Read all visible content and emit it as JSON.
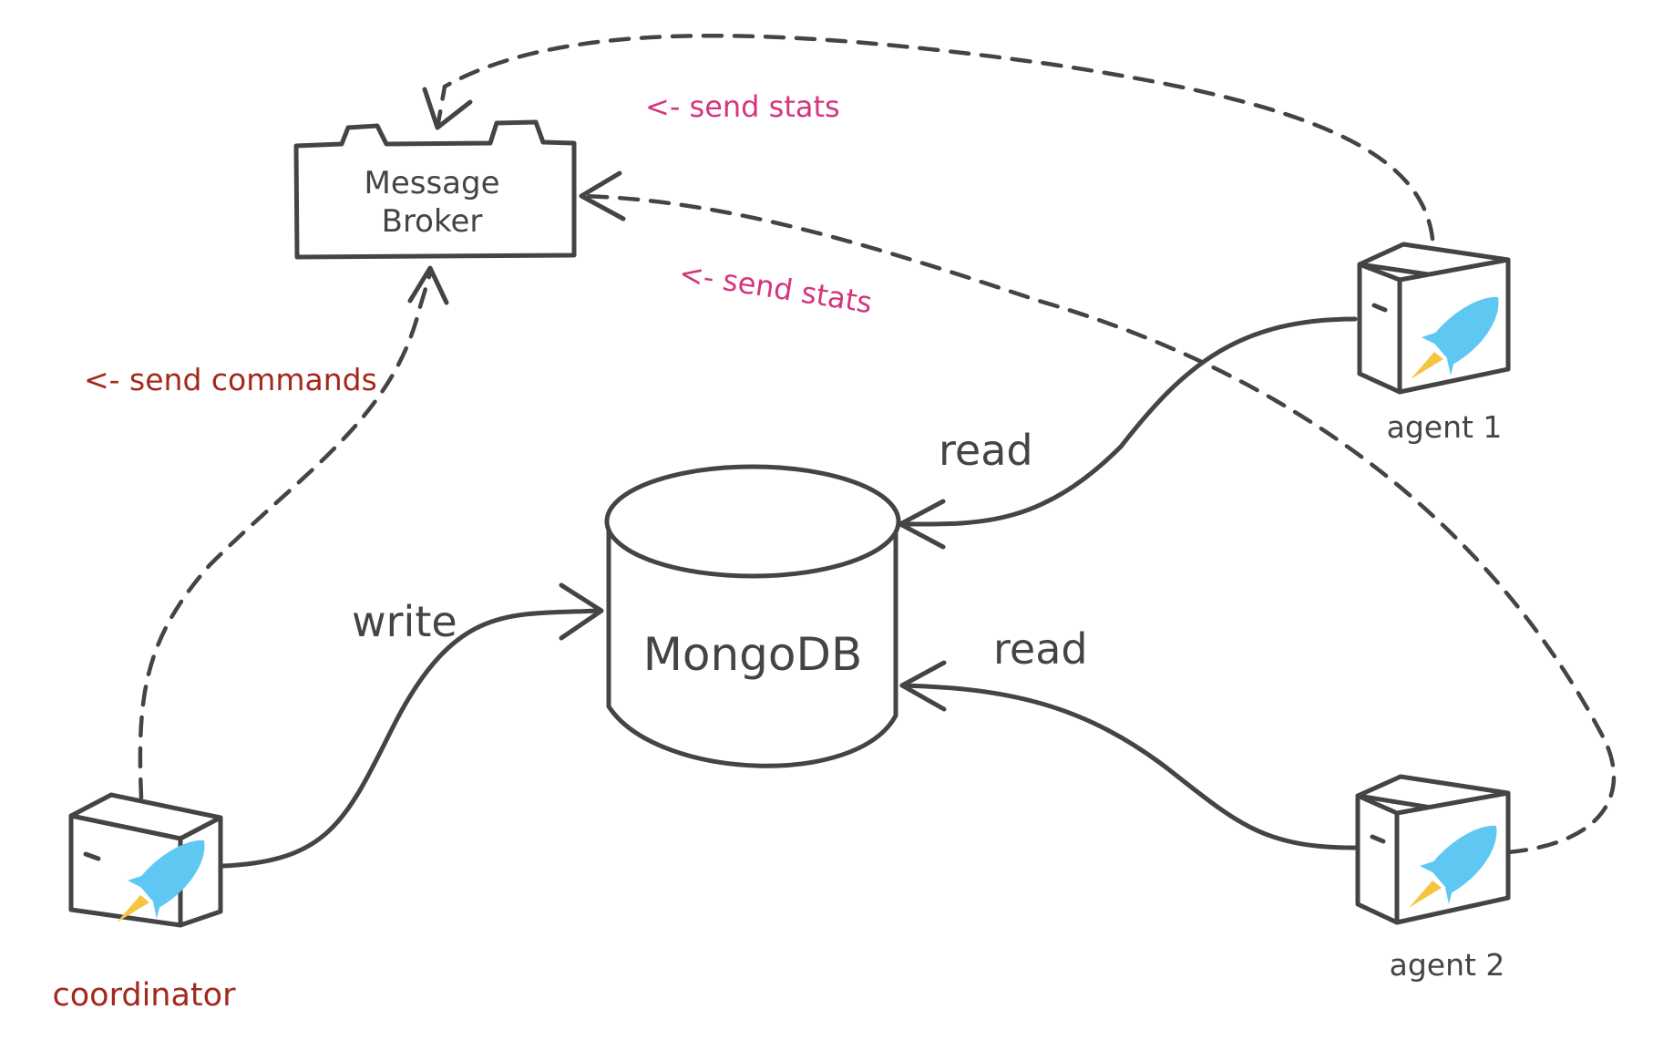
{
  "nodes": {
    "message_broker": {
      "line1": "Message",
      "line2": "Broker"
    },
    "database": {
      "label": "MongoDB"
    },
    "coordinator": {
      "label": "coordinator",
      "icon": "rocket-icon"
    },
    "agent_1": {
      "label": "agent 1",
      "icon": "rocket-icon"
    },
    "agent_2": {
      "label": "agent 2",
      "icon": "rocket-icon"
    }
  },
  "edges": {
    "agent1_stats": {
      "label": "<- send stats",
      "style": "dashed"
    },
    "agent2_stats": {
      "label": "<- send stats",
      "style": "dashed"
    },
    "coordinator_commands": {
      "label": "<- send commands",
      "style": "dashed"
    },
    "coordinator_write": {
      "label": "write",
      "style": "solid"
    },
    "agent1_read": {
      "label": "read",
      "style": "solid"
    },
    "agent2_read": {
      "label": "read",
      "style": "solid"
    }
  },
  "colors": {
    "stroke": "#444444",
    "stats_label": "#d4357e",
    "commands_label": "#a3281d",
    "coordinator_label": "#a3281d",
    "rocket_body": "#5ec8f2",
    "rocket_flame": "#f5c542"
  }
}
